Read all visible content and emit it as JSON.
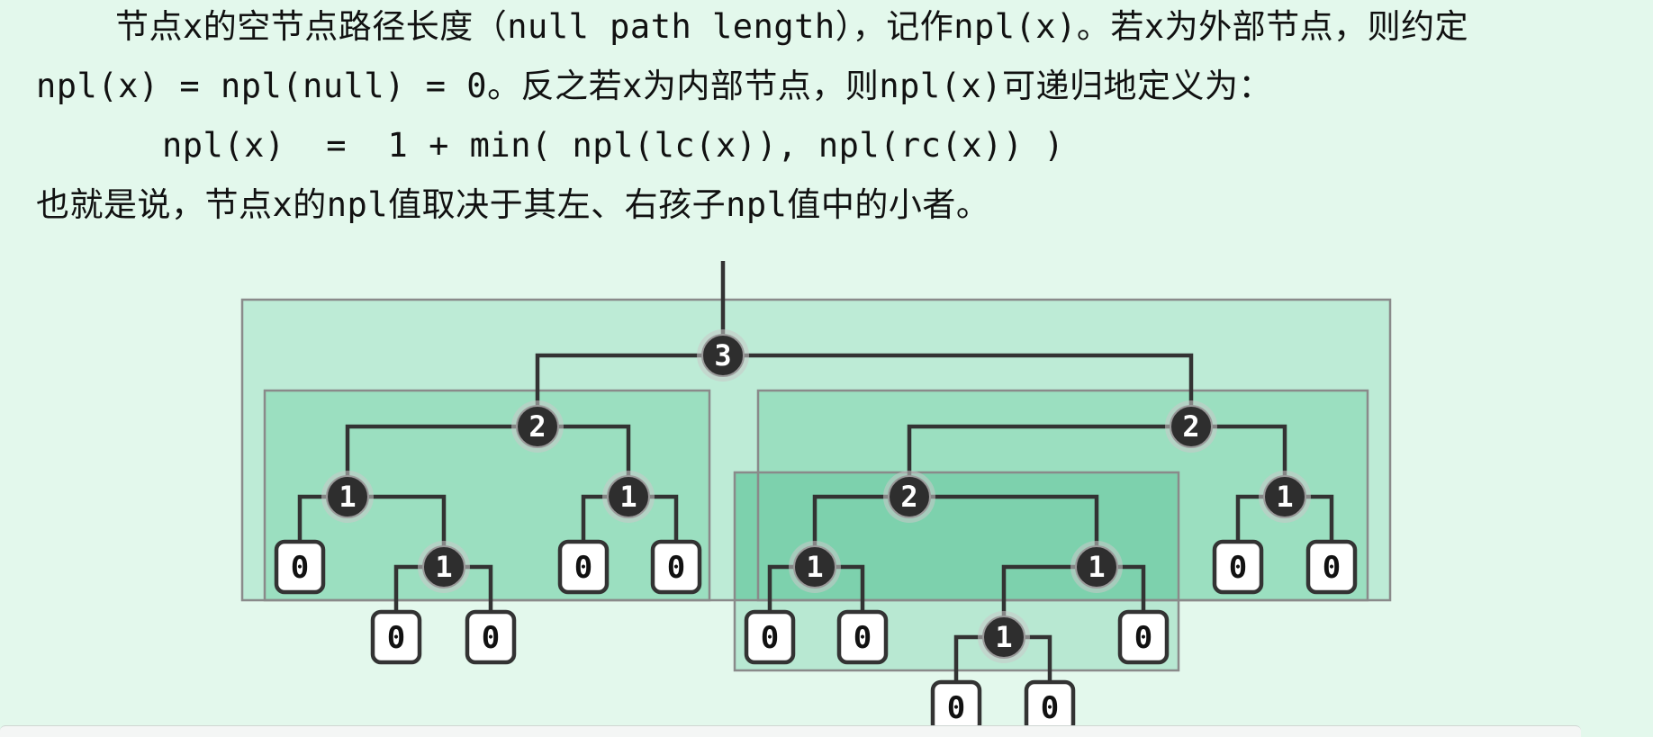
{
  "text": {
    "line1": "节点x的空节点路径长度（null path length），记作npl(x)。若x为外部节点，则约定",
    "line2": "npl(x) = npl(null) = 0。反之若x为内部节点，则npl(x)可递归地定义为：",
    "formula": "npl(x)  =  1 + min( npl(lc(x)), npl(rc(x)) )",
    "line4": "也就是说，节点x的npl值取决于其左、右孩子npl值中的小者。"
  },
  "diagram": {
    "colors": {
      "level1": "#bdebd6",
      "level2": "#9bdfc0",
      "level3": "#7dd1ad",
      "level4": "#b8e8d2",
      "internal_fill": "#2e2e2e",
      "external_fill": "#ffffff"
    },
    "node_labels": {
      "root": "3",
      "l": "2",
      "ll": "1",
      "ll_l": "0",
      "ll_r": "1",
      "ll_r_l": "0",
      "ll_r_r": "0",
      "lr": "1",
      "lr_l": "0",
      "lr_r": "0",
      "r": "2",
      "rl": "2",
      "rl_l": "1",
      "rl_l_l": "0",
      "rl_l_r": "0",
      "rl_r": "1",
      "rl_r_l": "1",
      "rl_r_l_l": "0",
      "rl_r_l_r": "0",
      "rl_r_r": "0",
      "rr": "1",
      "rr_l": "0",
      "rr_r": "0"
    }
  }
}
